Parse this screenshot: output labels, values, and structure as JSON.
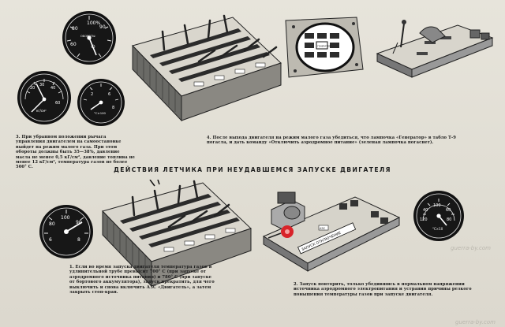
{
  "gauges": {
    "rpm_unit": "ОБОРОТЫ",
    "rpm_scale_100": "100%",
    "rpm_scale_90": "90",
    "rpm_scale_80": "80",
    "rpm_scale_60": "60",
    "rpm_scale_40": "40",
    "rpm_scale_20": "20",
    "oil_unit": "кг/см²",
    "oil_20": "20",
    "oil_30": "30",
    "oil_40": "40",
    "oil_60": "60",
    "temp_unit": "°С×100",
    "temp_2": "2",
    "temp_6": "6",
    "temp_8": "8",
    "bottom_rpm_100": "100",
    "bottom_rpm_90": "90",
    "bottom_rpm_80": "80",
    "bottom_temp_8": "8",
    "bottom_temp_6": "6",
    "right_gauge_top": "100",
    "right_gauge_left": "40",
    "right_gauge_right": "60",
    "right_gauge_80": "80",
    "right_gauge_120": "120",
    "right_gauge_unit": "°С×10"
  },
  "panel_labels": {
    "lamp_label": "ГЕНЕРАТОР",
    "panel_text": "ЗАПУСК ОТКЛЮЧЕНИЕ",
    "switch_label": "АЗС"
  },
  "captions": {
    "c3": "3. При убранном положении рычага управления двигателем на самоостановке выйдет на режим малого газа. При этом обороты должны быть 35—38%, давление масла не менее 0,5 кГ/см², давление топлива не менее 12 кГ/см², температура газов не более 500° С.",
    "c4": "4. После выхода двигателя на режим малого газа убедиться, что лампочка «Генератор» в табло Т-9 погасла, и дать команду «Отключить аэродромное питание» (зеленая лампочка погаснет).",
    "heading": "ДЕЙСТВИЯ ЛЕТЧИКА ПРИ НЕУДАВШЕМСЯ ЗАПУСКЕ ДВИГАТЕЛЯ",
    "c1": "1. Если во время запуска двигателя температура газов в удлинительной трубе превысит 700° С (при запуске от аэродромного источника питания) и 780° С (при запуске от бортового аккумулятора), запуск прекратить, для чего выключить и снова включить АЗС «Двигатель», а затем закрыть стоп-кран.",
    "c2": "2. Запуск повторить, только убедившись в нормальном напряжении источника аэродромного электропитания и устранив причины резкого повышения температуры газов при запуске двигателя."
  },
  "watermark": {
    "mid": "guerra-by.com",
    "bottom": "guerra-by.com"
  }
}
